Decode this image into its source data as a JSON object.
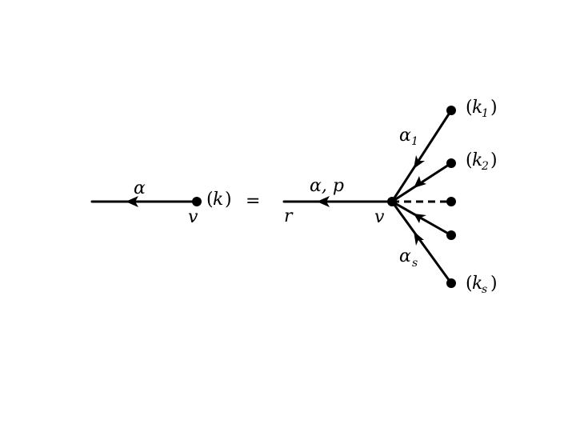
{
  "lhs": {
    "edge_label": "α",
    "vertex_label": "v",
    "leaf_label": "k"
  },
  "equals": "=",
  "rhs": {
    "root_label": "r",
    "edge_label": "α, p",
    "vertex_label": "v",
    "leaf_labels": [
      "k",
      "k",
      "k"
    ],
    "leaf_subscripts": [
      "1",
      "2",
      "s"
    ],
    "edge_labels": [
      "α",
      "α"
    ],
    "edge_subscripts": [
      "1",
      "s"
    ]
  },
  "colors": {
    "ink": "#000000",
    "background": "#ffffff"
  }
}
